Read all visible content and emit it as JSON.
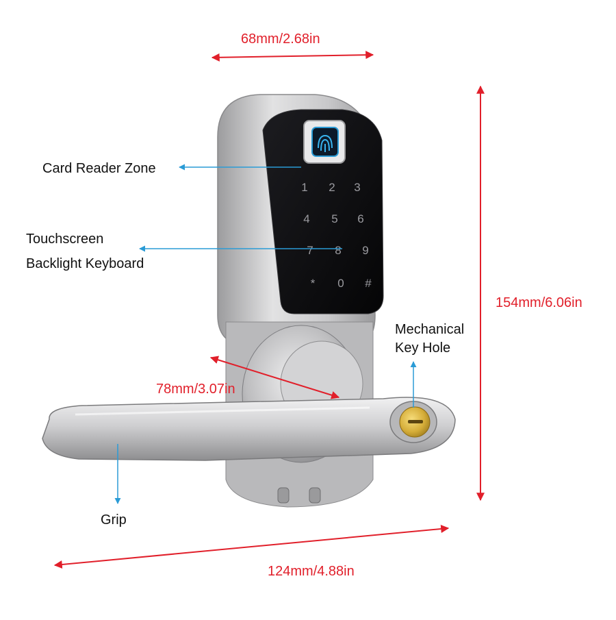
{
  "dimensions": {
    "top_width": "68mm/2.68in",
    "height": "154mm/6.06in",
    "backset": "78mm/3.07in",
    "lever_length": "124mm/4.88in"
  },
  "callouts": {
    "card_reader": "Card Reader Zone",
    "keyboard_line1": "Touchscreen",
    "keyboard_line2": "Backlight Keyboard",
    "keyhole_line1": "Mechanical",
    "keyhole_line2": "Key Hole",
    "grip": "Grip"
  },
  "keypad": {
    "keys": [
      "1",
      "2",
      "3",
      "4",
      "5",
      "6",
      "7",
      "8",
      "9",
      "*",
      "0",
      "#"
    ]
  },
  "colors": {
    "dimension": "#e11f2a",
    "callout_arrow": "#2a9bd6",
    "panel": "#0b0b0d",
    "metal": "#c6c6c8",
    "brass": "#d6ae3a"
  }
}
